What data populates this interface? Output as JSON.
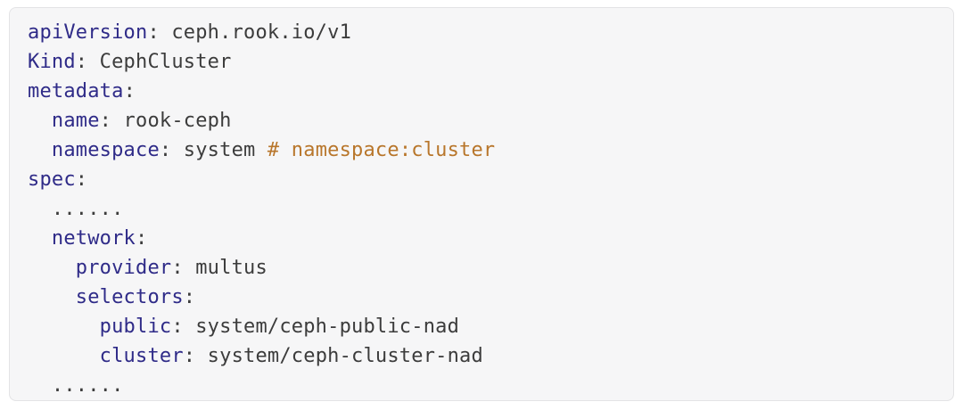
{
  "page": {
    "background_color": "#ffffff"
  },
  "code_block": {
    "language": "yaml",
    "background_color": "#f6f6f7",
    "border_color": "#e3e3e5",
    "colors": {
      "key": "#2f2b88",
      "value": "#3c3c3c",
      "comment": "#b8762b"
    },
    "lines": [
      {
        "tokens": [
          {
            "text": "apiVersion",
            "type": "key"
          },
          {
            "text": ": ceph.rook.io/v1",
            "type": "value"
          }
        ]
      },
      {
        "tokens": [
          {
            "text": "Kind",
            "type": "key"
          },
          {
            "text": ": CephCluster",
            "type": "value"
          }
        ]
      },
      {
        "tokens": [
          {
            "text": "metadata",
            "type": "key"
          },
          {
            "text": ":",
            "type": "value"
          }
        ]
      },
      {
        "tokens": [
          {
            "text": "  ",
            "type": "value"
          },
          {
            "text": "name",
            "type": "key"
          },
          {
            "text": ": rook-ceph",
            "type": "value"
          }
        ]
      },
      {
        "tokens": [
          {
            "text": "  ",
            "type": "value"
          },
          {
            "text": "namespace",
            "type": "key"
          },
          {
            "text": ": system ",
            "type": "value"
          },
          {
            "text": "# namespace:cluster",
            "type": "comment"
          }
        ]
      },
      {
        "tokens": [
          {
            "text": "spec",
            "type": "key"
          },
          {
            "text": ":",
            "type": "value"
          }
        ]
      },
      {
        "tokens": [
          {
            "text": "  ......",
            "type": "value"
          }
        ]
      },
      {
        "tokens": [
          {
            "text": "  ",
            "type": "value"
          },
          {
            "text": "network",
            "type": "key"
          },
          {
            "text": ":",
            "type": "value"
          }
        ]
      },
      {
        "tokens": [
          {
            "text": "    ",
            "type": "value"
          },
          {
            "text": "provider",
            "type": "key"
          },
          {
            "text": ": multus",
            "type": "value"
          }
        ]
      },
      {
        "tokens": [
          {
            "text": "    ",
            "type": "value"
          },
          {
            "text": "selectors",
            "type": "key"
          },
          {
            "text": ":",
            "type": "value"
          }
        ]
      },
      {
        "tokens": [
          {
            "text": "      ",
            "type": "value"
          },
          {
            "text": "public",
            "type": "key"
          },
          {
            "text": ": system/ceph-public-nad",
            "type": "value"
          }
        ]
      },
      {
        "tokens": [
          {
            "text": "      ",
            "type": "value"
          },
          {
            "text": "cluster",
            "type": "key"
          },
          {
            "text": ": system/ceph-cluster-nad",
            "type": "value"
          }
        ]
      },
      {
        "tokens": [
          {
            "text": "  ......",
            "type": "value"
          }
        ]
      }
    ]
  }
}
